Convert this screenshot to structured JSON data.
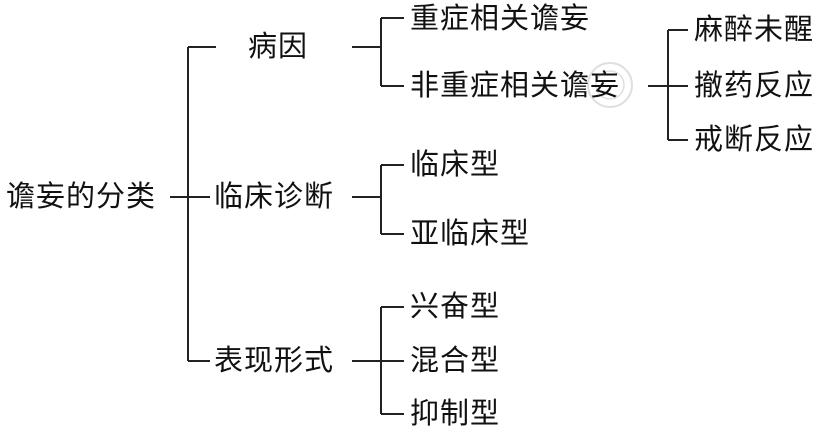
{
  "diagram": {
    "root": "谵妄的分类",
    "branches": [
      {
        "label": "病因",
        "children": [
          {
            "label": "重症相关谵妄",
            "children": []
          },
          {
            "label": "非重症相关谵妄",
            "children": [
              "麻醉未醒",
              "撤药反应",
              "戒断反应"
            ]
          }
        ]
      },
      {
        "label": "临床诊断",
        "children": [
          {
            "label": "临床型",
            "children": []
          },
          {
            "label": "亚临床型",
            "children": []
          }
        ]
      },
      {
        "label": "表现形式",
        "children": [
          {
            "label": "兴奋型",
            "children": []
          },
          {
            "label": "混合型",
            "children": []
          },
          {
            "label": "抑制型",
            "children": []
          }
        ]
      }
    ]
  },
  "colors": {
    "line": "#222222",
    "text": "#111111",
    "background": "#ffffff"
  }
}
